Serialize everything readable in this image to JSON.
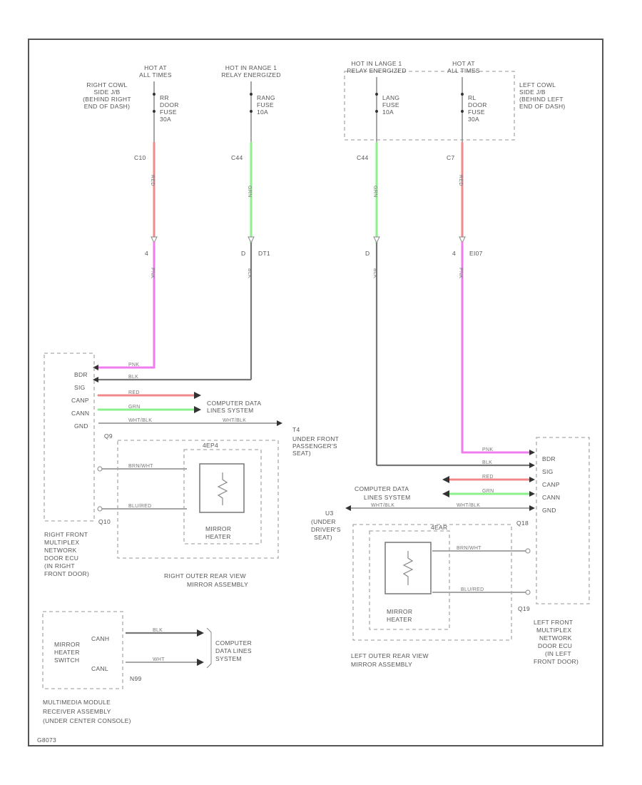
{
  "colors": {
    "red": "#f08a8a",
    "magenta": "#f07cf0",
    "green": "#8cf08c",
    "wire_gray": "#777777",
    "frame": "#555555",
    "dashed_box": "#aaaaaa"
  },
  "sources": {
    "s1_title": [
      "HOT AT",
      "ALL TIMES"
    ],
    "s2_title": [
      "HOT IN RANGE 1",
      "RELAY ENERGIZED"
    ],
    "s3_title": [
      "HOT IN LANGE 1",
      "RELAY ENERGIZED"
    ],
    "s4_title": [
      "HOT AT",
      "ALL TIMES"
    ]
  },
  "junction_blocks": {
    "right": [
      "RIGHT COWL",
      "SIDE J/B",
      "(BEHIND RIGHT",
      "END OF DASH)"
    ],
    "left": [
      "LEFT COWL",
      "SIDE J/B",
      "(BEHIND LEFT",
      "END OF DASH)"
    ]
  },
  "fuses": {
    "f1": [
      "RR",
      "DOOR",
      "FUSE",
      "30A"
    ],
    "f2": [
      "RANG",
      "FUSE",
      "10A"
    ],
    "f3": [
      "LANG",
      "FUSE",
      "10A"
    ],
    "f4": [
      "RL",
      "DOOR",
      "FUSE",
      "30A"
    ]
  },
  "connectors": {
    "c1": "C10",
    "c2": "C44",
    "c3": "C44",
    "c4": "C7",
    "p1": "4",
    "p2": "D",
    "p2b": "DT1",
    "p3": "D",
    "p4": "4",
    "p4b": "EI07",
    "g_right": "T4",
    "g_left": "U3",
    "gr_label": [
      "UNDER FRONT",
      "PASSENGER'S",
      "SEAT)"
    ],
    "gl_label": [
      "(UNDER",
      "DRIVER'S",
      "SEAT)"
    ]
  },
  "wire_codes": {
    "red": "RED",
    "green": "GRN",
    "black": "BLK",
    "pink": "PNK",
    "wht_blk": "WHT/BLK",
    "brn_wht": "BRN/WHT",
    "blu_red": "BLU/RED",
    "wht": "WHT",
    "wht_blk_left": "WHT/BLK"
  },
  "right_ecu": {
    "pins": [
      "BDR",
      "SIG",
      "CANP",
      "CANN",
      "GND"
    ],
    "label": [
      "RIGHT FRONT",
      "MULTIPLEX",
      "NETWORK",
      "DOOR ECU",
      "(IN RIGHT",
      "FRONT DOOR)"
    ],
    "connectors": [
      "Q9",
      "Q10"
    ]
  },
  "left_ecu": {
    "pins": [
      "BDR",
      "SIG",
      "CANP",
      "CANN",
      "GND"
    ],
    "label": [
      "LEFT FRONT",
      "MULTIPLEX",
      "NETWORK",
      "DOOR ECU",
      "(IN LEFT",
      "FRONT DOOR)"
    ],
    "connectors": [
      "Q18",
      "Q19"
    ]
  },
  "cdl": {
    "right": [
      "COMPUTER DATA",
      "LINES SYSTEM"
    ],
    "left": [
      "COMPUTER DATA",
      "LINES SYSTEM"
    ],
    "bottom": [
      "COMPUTER",
      "DATA LINES",
      "SYSTEM"
    ]
  },
  "mirrors": {
    "right_code": "4EP4",
    "left_code": "4EAR",
    "right_heater": [
      "MIRROR",
      "HEATER"
    ],
    "left_heater": [
      "MIRROR",
      "HEATER"
    ],
    "right_assembly": [
      "RIGHT OUTER REAR VIEW",
      "MIRROR ASSEMBLY"
    ],
    "left_assembly": [
      "LEFT OUTER REAR VIEW",
      "MIRROR ASSEMBLY"
    ]
  },
  "switch": {
    "label": [
      "MIRROR",
      "HEATER",
      "SWITCH"
    ],
    "pins": [
      "CANH",
      "CANL"
    ],
    "connector": "N99",
    "wires": [
      "BLK",
      "WHT"
    ],
    "module": [
      "MULTIMEDIA MODULE",
      "RECEIVER ASSEMBLY",
      "(UNDER CENTER CONSOLE)"
    ]
  },
  "footer_id": "G8073"
}
